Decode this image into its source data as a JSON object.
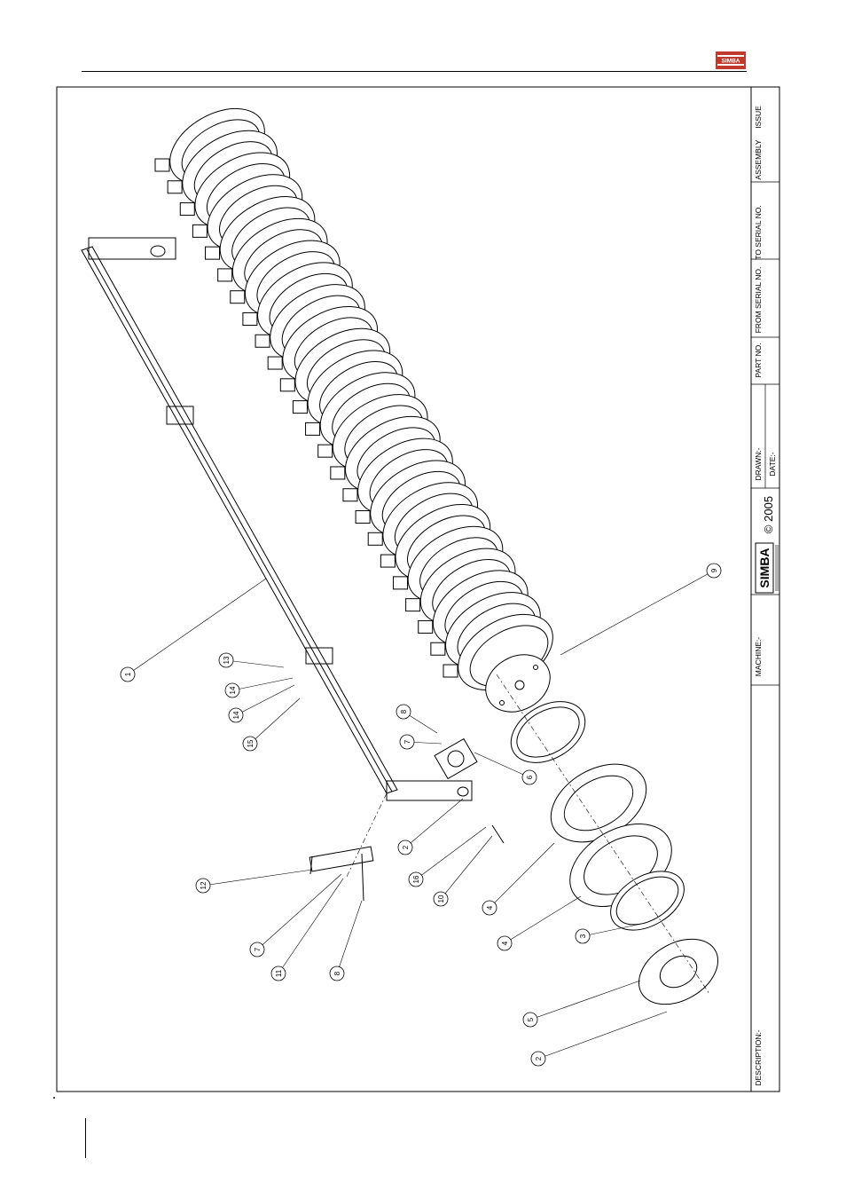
{
  "header": {
    "brand_logo_text": "SIMBA"
  },
  "title_block": {
    "issue_label": "ISSUE",
    "assembly_label": "ASSEMBLY",
    "to_serial_label": "TO SERIAL NO.",
    "from_serial_label": "FROM SERIAL NO.",
    "part_no_label": "PART NO.",
    "drawn_label": "DRAWN:-",
    "date_label": "DATE:-",
    "copyright": "© 2005",
    "logo_text": "SIMBA",
    "machine_label": "MACHINE:-",
    "description_label": "DESCRIPTION:-"
  },
  "callouts": [
    "1",
    "2",
    "2",
    "3",
    "4",
    "4",
    "5",
    "6",
    "7",
    "7",
    "8",
    "8",
    "9",
    "10",
    "11",
    "12",
    "13",
    "14",
    "14",
    "15",
    "16"
  ],
  "colors": {
    "line": "#000000",
    "brand_red": "#c0392b"
  }
}
